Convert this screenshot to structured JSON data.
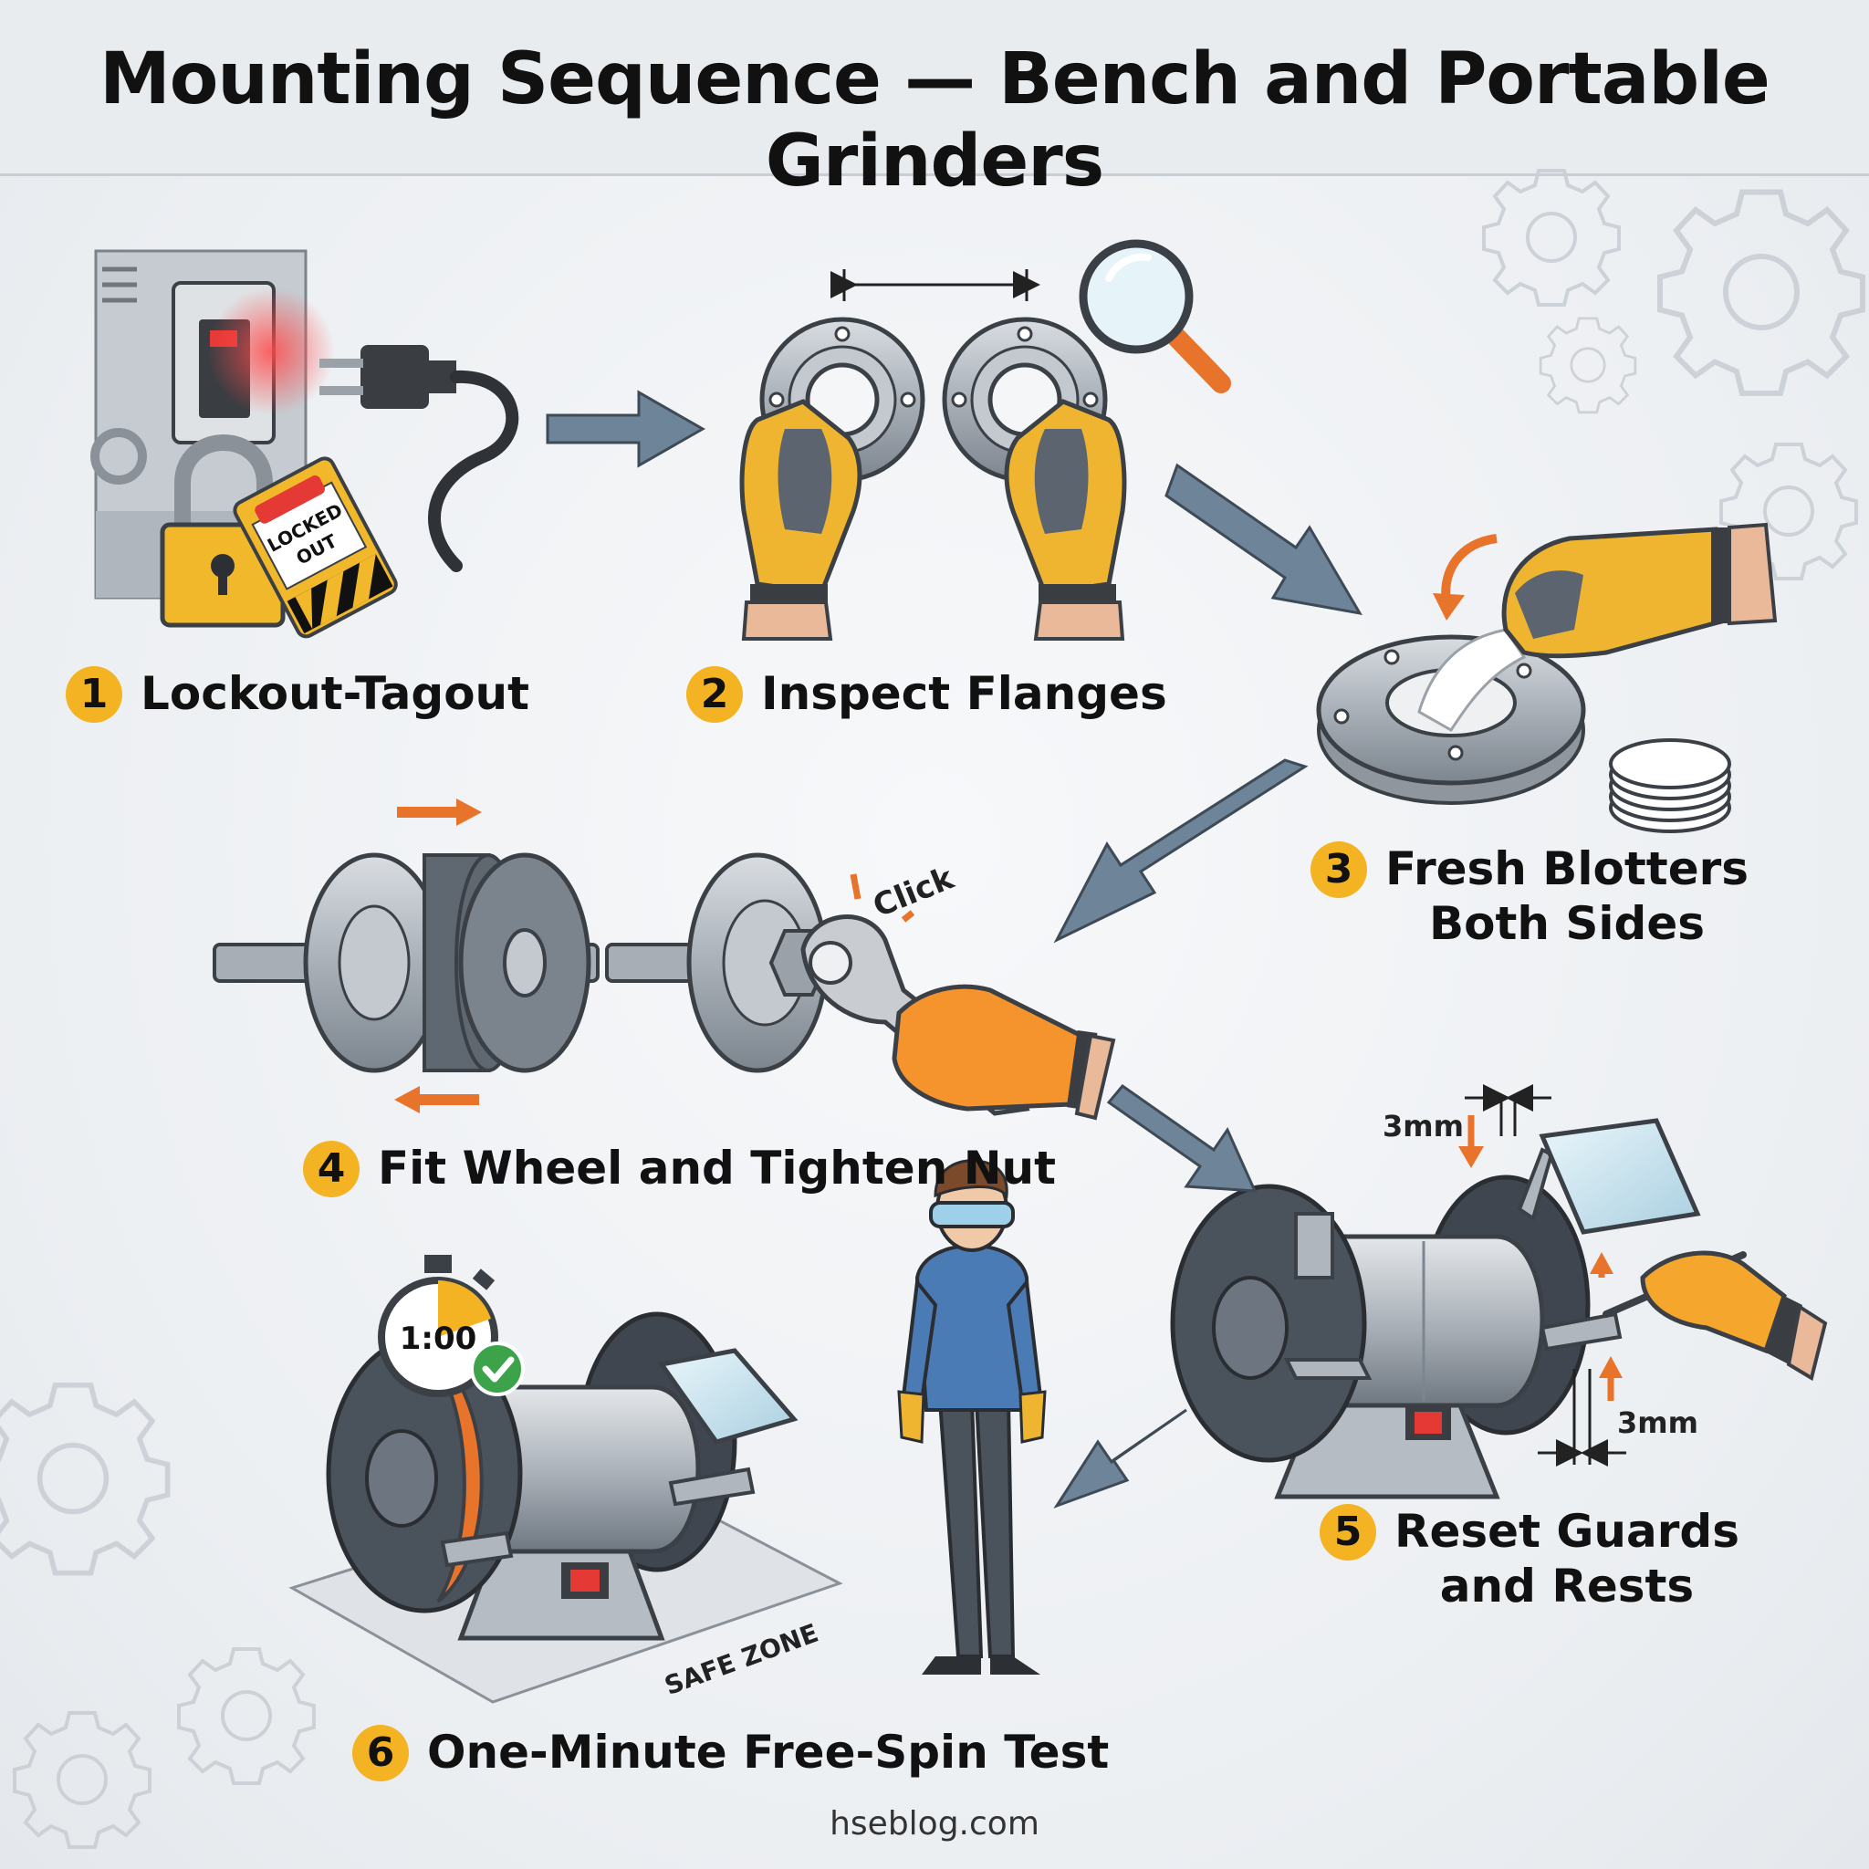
{
  "title": "Mounting Sequence — Bench and Portable Grinders",
  "steps": [
    {
      "num": "1",
      "label": "Lockout-Tagout"
    },
    {
      "num": "2",
      "label": "Inspect Flanges"
    },
    {
      "num": "3",
      "label": "Fresh Blotters\nBoth Sides"
    },
    {
      "num": "4",
      "label": "Fit Wheel and Tighten Nut"
    },
    {
      "num": "5",
      "label": "Reset Guards\nand Rests"
    },
    {
      "num": "6",
      "label": "One-Minute Free-Spin Test"
    }
  ],
  "annotations": {
    "tag_text": "LOCKED\nOUT",
    "click": "Click",
    "gap_top": "3mm",
    "gap_bottom": "3mm",
    "timer": "1:00",
    "safe_zone": "SAFE ZONE"
  },
  "footer": "hseblog.com",
  "colors": {
    "badge": "#f3b323",
    "arrow": "#6e8499",
    "accent_orange": "#e8732a",
    "glove_yellow": "#f0b530"
  }
}
